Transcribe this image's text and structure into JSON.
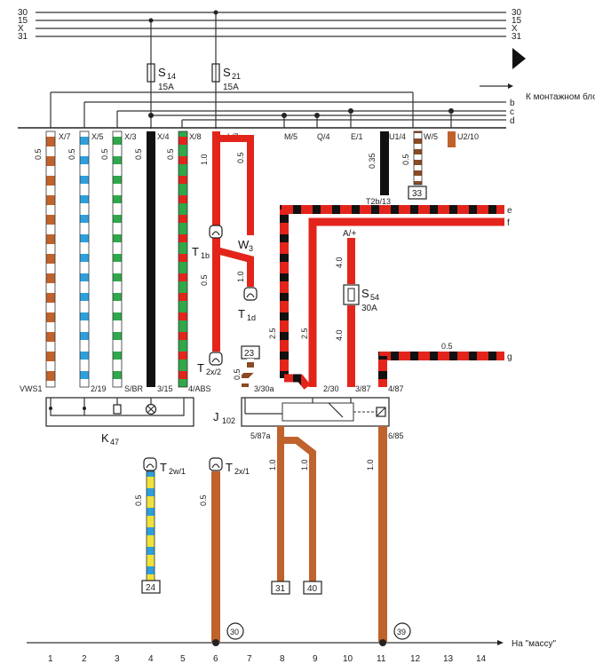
{
  "bus_lines": [
    {
      "left": "30",
      "right": "30"
    },
    {
      "left": "15",
      "right": "15"
    },
    {
      "left": "X",
      "right": "X"
    },
    {
      "left": "31",
      "right": "31"
    }
  ],
  "fuses": [
    {
      "name": "S",
      "sub": "14",
      "rating": "15A"
    },
    {
      "name": "S",
      "sub": "21",
      "rating": "15A"
    },
    {
      "name": "S",
      "sub": "54",
      "rating": "30A"
    }
  ],
  "mounting_block_note": "К монтажном блоку",
  "right_bus_letters": [
    "b",
    "c",
    "d"
  ],
  "top_connector_labels": [
    "X/7",
    "X/5",
    "X/3",
    "X/4",
    "X/8",
    "L/7",
    "M/5",
    "Q/4",
    "E/1",
    "U1/4",
    "W/5",
    "U2/10"
  ],
  "wire_gauges": {
    "g1": "0.5",
    "g2": "0.5",
    "g3": "0.5",
    "g4": "0.5",
    "g5": "0.5",
    "g6": "1.0",
    "g7": "0.5",
    "g8": "0.5",
    "g9": "1.0",
    "g10": "0.35",
    "g11": "0.5",
    "g12": "2.5",
    "g13": "2.5",
    "g14": "4.0",
    "g15": "4.0",
    "g16": "0.5",
    "g17": "0.5",
    "g18": "1.0",
    "g19": "1.0",
    "g20": "1.0",
    "g21": "0.5",
    "g22": "0.5"
  },
  "connectors": {
    "t1b": {
      "name": "T",
      "sub": "1b"
    },
    "w3": {
      "name": "W",
      "sub": "3"
    },
    "t1d": {
      "name": "T",
      "sub": "1d"
    },
    "t2x2": {
      "name": "T",
      "sub": "2x/2"
    },
    "t2w1": {
      "name": "T",
      "sub": "2w/1"
    },
    "t2x1": {
      "name": "T",
      "sub": "2x/1"
    },
    "t2b13": "T2b/13",
    "a_plus": "A/+"
  },
  "terminal_boxes": [
    "33",
    "23",
    "24",
    "31",
    "40"
  ],
  "right_edge_letters": [
    "e",
    "f",
    "g"
  ],
  "k47": {
    "name": "K",
    "sub": "47",
    "pins": [
      "VWS1",
      "2/19",
      "S/BR",
      "3/15",
      "4/ABS"
    ]
  },
  "j102": {
    "name": "J",
    "sub": "102",
    "pins": [
      "3/30a",
      "2/30",
      "3/87",
      "4/87",
      "5/87a",
      "6/85"
    ]
  },
  "ground_refs": [
    "30",
    "39"
  ],
  "ground_note": "На \"массу\"",
  "column_numbers": [
    "1",
    "2",
    "3",
    "4",
    "5",
    "6",
    "7",
    "8",
    "9",
    "10",
    "11",
    "12",
    "13",
    "14"
  ]
}
